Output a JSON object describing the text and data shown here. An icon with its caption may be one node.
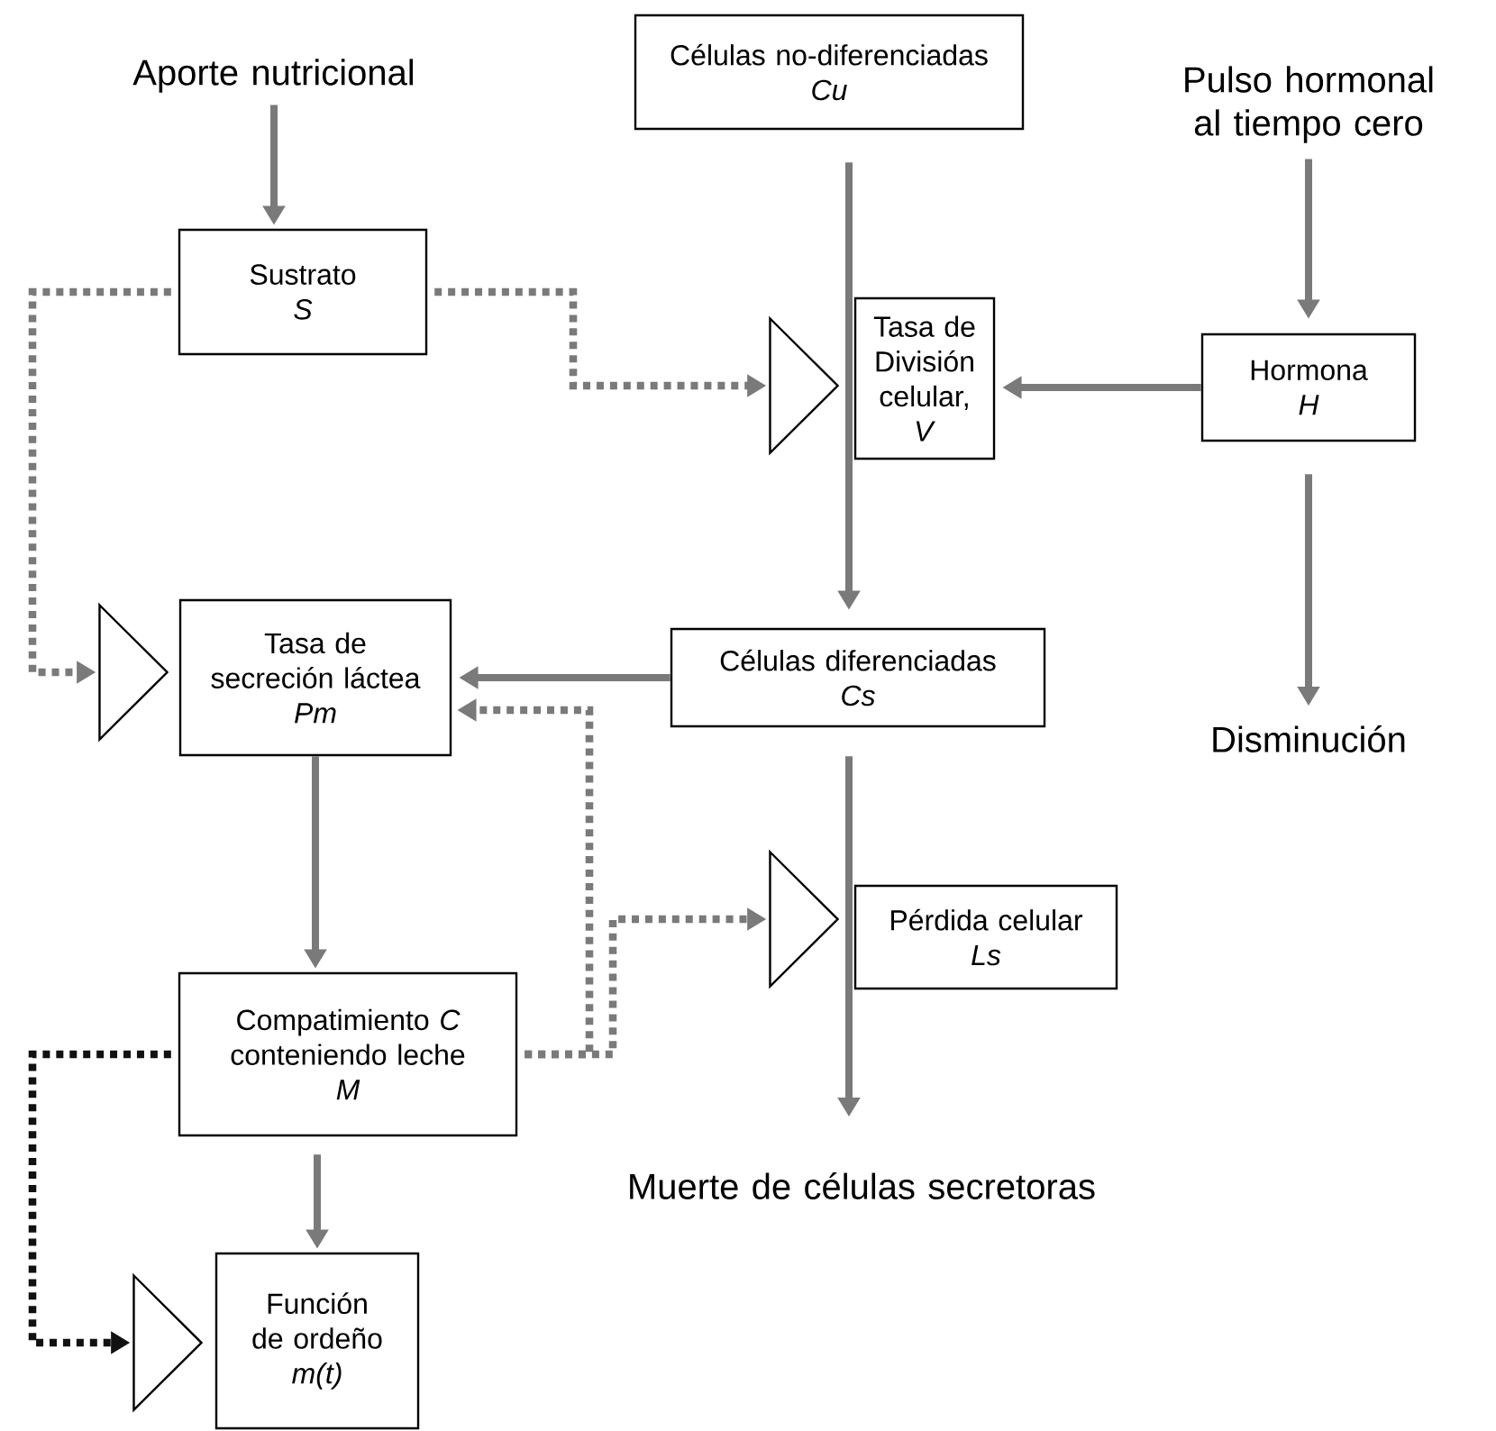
{
  "diagram": {
    "nodes": [
      {
        "text": [
          "Aporte nutricional"
        ]
      },
      {
        "text": [
          "Sustrato",
          "S"
        ]
      },
      {
        "text": [
          "Células no-diferenciadas",
          "Cu"
        ]
      },
      {
        "text": [
          "Pulso hormonal al tiempo cero"
        ]
      },
      {
        "text": [],
        "shape": "triangle"
      },
      {
        "text": [
          "Tasa de División celular, *V*"
        ]
      },
      {
        "text": [
          "Hormona",
          "H"
        ]
      },
      {
        "text": [
          "Disminución"
        ]
      },
      {
        "text": [],
        "shape": "triangle"
      },
      {
        "text": [
          "Tasa de secreción láctea",
          "Pm"
        ]
      },
      {
        "text": [
          "Células diferenciadas",
          "Cs"
        ]
      },
      {
        "text": [],
        "shape": "triangle"
      },
      {
        "text": [
          "Pérdida celular",
          "Ls"
        ]
      },
      {
        "text": [
          "Compatimiento *C* conteniendo leche",
          "M"
        ]
      },
      {
        "text": [
          "Muerte de células secretoras"
        ]
      },
      {
        "text": [],
        "shape": "triangle"
      },
      {
        "text": [
          "Función de ordeño",
          "m(t)"
        ]
      }
    ],
    "edges": [
      {
        "from": 0,
        "to": 1,
        "arrow": "to"
      },
      {
        "from": 2,
        "to": 10,
        "arrow": "to"
      },
      {
        "from": 1,
        "to": 4,
        "arrow": "to",
        "style": "dashed"
      },
      {
        "from": 1,
        "to": 8,
        "arrow": "to",
        "style": "dashed"
      },
      {
        "from": 3,
        "to": 6,
        "arrow": "to"
      },
      {
        "from": 6,
        "to": 5,
        "arrow": "to"
      },
      {
        "from": 6,
        "to": 7,
        "arrow": "to"
      },
      {
        "from": 10,
        "to": 9,
        "arrow": "to"
      },
      {
        "from": 10,
        "to": 14,
        "arrow": "to"
      },
      {
        "from": 9,
        "to": 13,
        "arrow": "to"
      },
      {
        "from": 13,
        "to": 9,
        "arrow": "to",
        "style": "dashed"
      },
      {
        "from": 13,
        "to": 11,
        "arrow": "to",
        "style": "dashed"
      },
      {
        "from": 13,
        "to": 15,
        "arrow": "to",
        "style": "dashed",
        "color": "#111111"
      },
      {
        "from": 13,
        "to": 16,
        "arrow": "to"
      }
    ]
  }
}
